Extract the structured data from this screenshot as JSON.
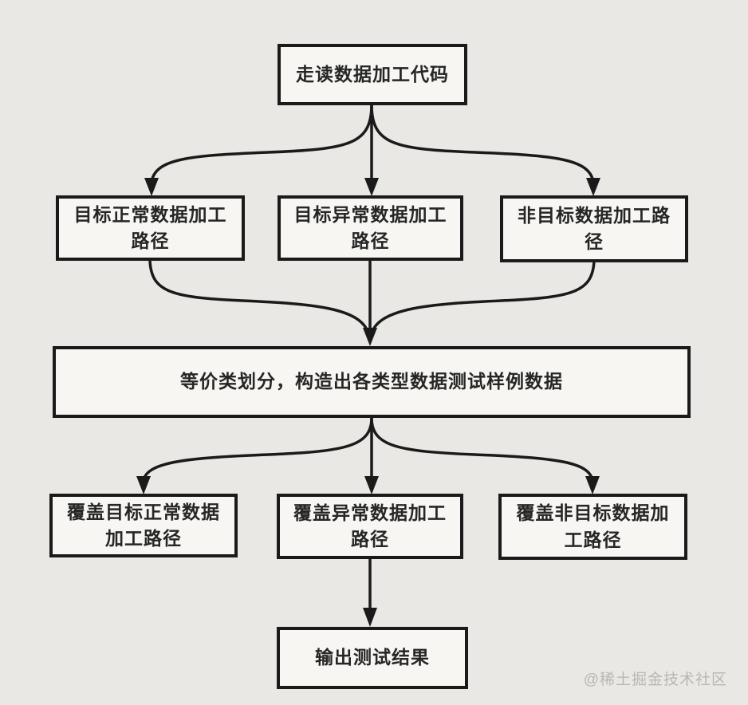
{
  "colors": {
    "background": "#e9e8e5",
    "node_fill": "#f7f6f3",
    "node_border": "#1a1a1a",
    "node_text": "#262626",
    "connector": "#1a1a1a",
    "watermark": "#b9b7b4"
  },
  "nodes": {
    "top": {
      "label": "走读数据加工代码"
    },
    "row2_left": {
      "label": "目标正常数据加工\n路径"
    },
    "row2_middle": {
      "label": "目标异常数据加工\n路径"
    },
    "row2_right": {
      "label": "非目标数据加工路\n径"
    },
    "wide": {
      "label": "等价类划分，构造出各类型数据测试样例数据"
    },
    "row3_left": {
      "label": "覆盖目标正常数据\n加工路径"
    },
    "row3_middle": {
      "label": "覆盖异常数据加工\n路径"
    },
    "row3_right": {
      "label": "覆盖非目标数据加\n工路径"
    },
    "bottom": {
      "label": "输出测试结果"
    }
  },
  "edges": [
    {
      "from": "top",
      "to": "row2_left"
    },
    {
      "from": "top",
      "to": "row2_middle"
    },
    {
      "from": "top",
      "to": "row2_right"
    },
    {
      "from": "row2_left",
      "to": "wide"
    },
    {
      "from": "row2_middle",
      "to": "wide"
    },
    {
      "from": "row2_right",
      "to": "wide"
    },
    {
      "from": "wide",
      "to": "row3_left"
    },
    {
      "from": "wide",
      "to": "row3_middle"
    },
    {
      "from": "wide",
      "to": "row3_right"
    },
    {
      "from": "row3_middle",
      "to": "bottom"
    }
  ],
  "watermark": {
    "text": "@稀土掘金技术社区"
  }
}
